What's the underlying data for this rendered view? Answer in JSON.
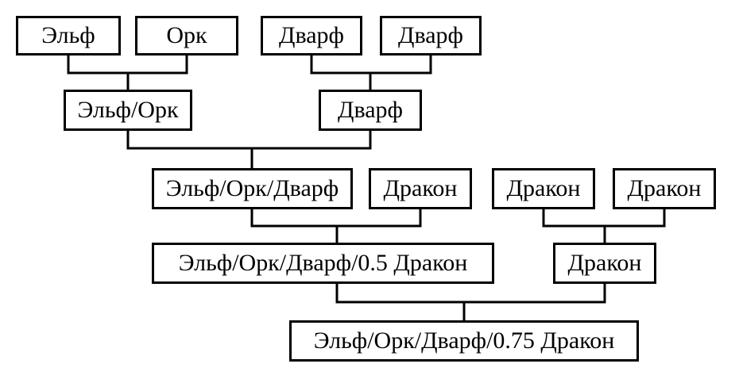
{
  "nodes": {
    "n1": "Эльф",
    "n2": "Орк",
    "n3": "Дварф",
    "n4": "Дварф",
    "n5": "Эльф/Орк",
    "n6": "Дварф",
    "n7": "Эльф/Орк/Дварф",
    "n8": "Дракон",
    "n9": "Дракон",
    "n10": "Дракон",
    "n11": "Эльф/Орк/Дварф/0.5 Дракон",
    "n12": "Дракон",
    "n13": "Эльф/Орк/Дварф/0.75 Дракон"
  },
  "colors": {
    "line": "#000000",
    "box_border": "#000000",
    "background": "#ffffff"
  }
}
